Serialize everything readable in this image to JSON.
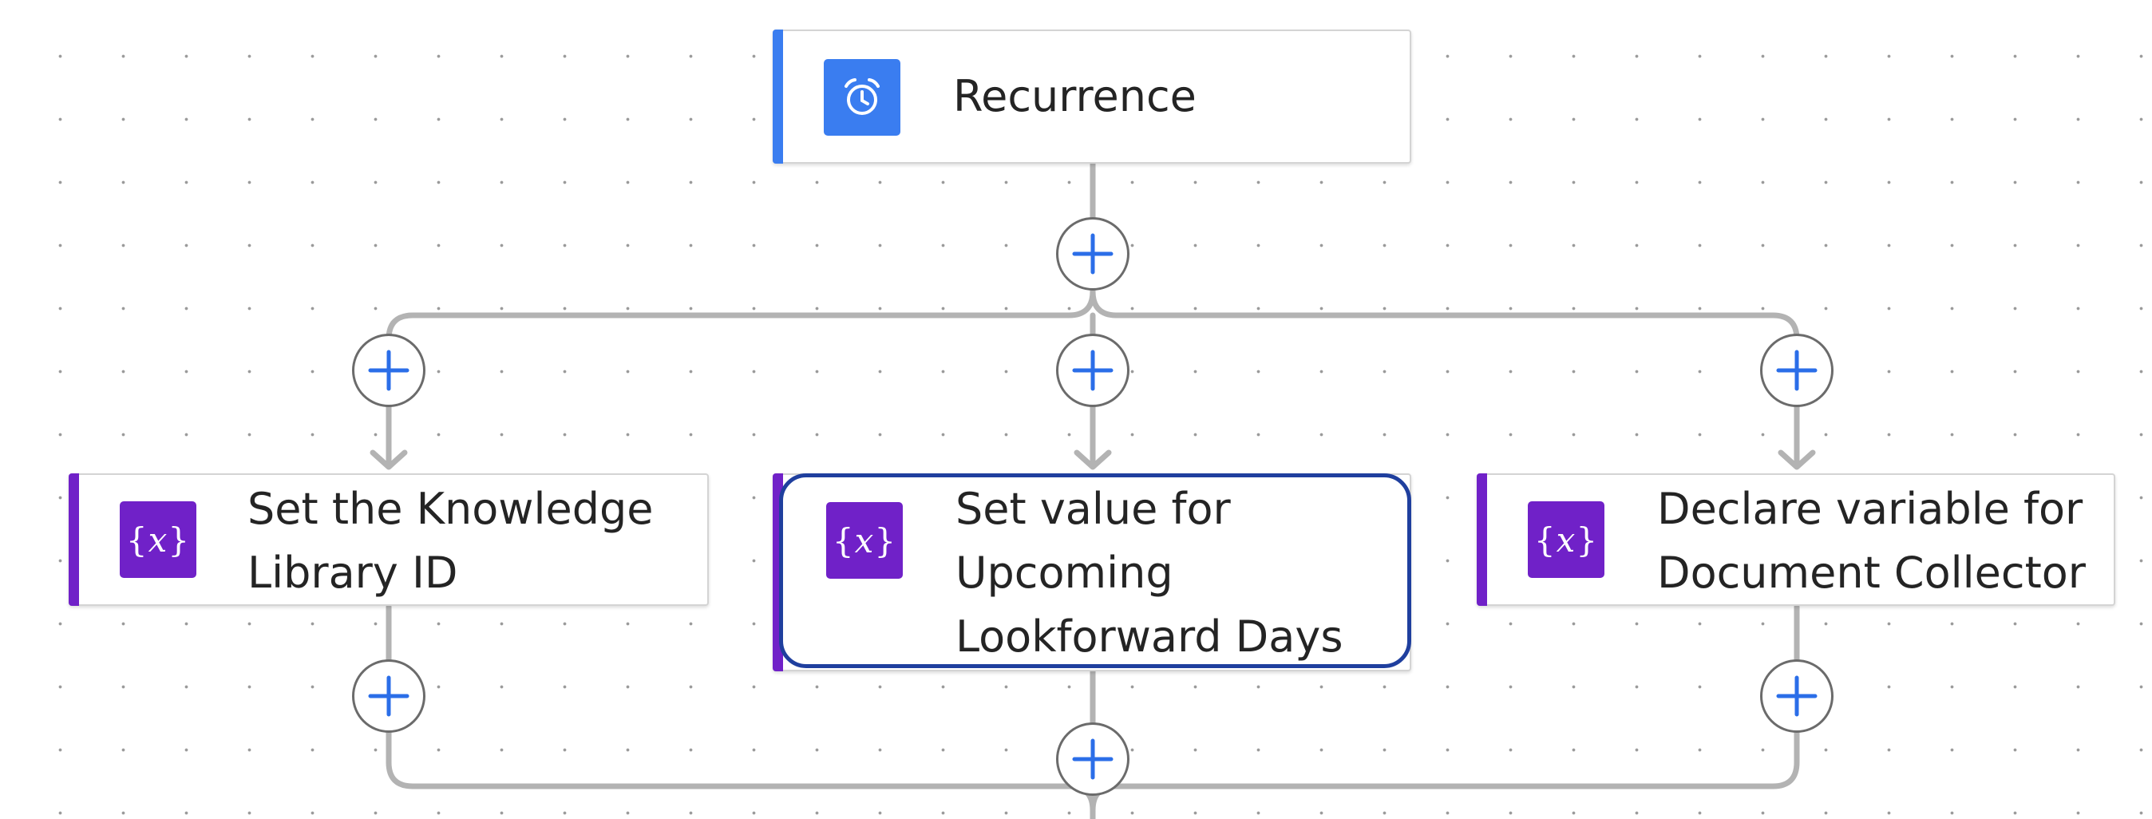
{
  "flow": {
    "trigger": {
      "title": "Recurrence",
      "icon": "alarm-clock-icon",
      "accent_color": "#3a7df0"
    },
    "actions": [
      {
        "title_lines": [
          "Set the Knowledge",
          "Library ID"
        ],
        "icon": "variable-icon",
        "accent_color": "#7021c8",
        "selected": false
      },
      {
        "title_lines": [
          "Set value for",
          "Upcoming",
          "Lookforward Days"
        ],
        "icon": "variable-icon",
        "accent_color": "#7021c8",
        "selected": true
      },
      {
        "title_lines": [
          "Declare variable for",
          "Document Collector"
        ],
        "icon": "variable-icon",
        "accent_color": "#7021c8",
        "selected": false
      }
    ],
    "colors": {
      "connector": "#b3b3b3",
      "plus_icon": "#2b6ee8",
      "selected_border": "#1f3f9e"
    }
  }
}
